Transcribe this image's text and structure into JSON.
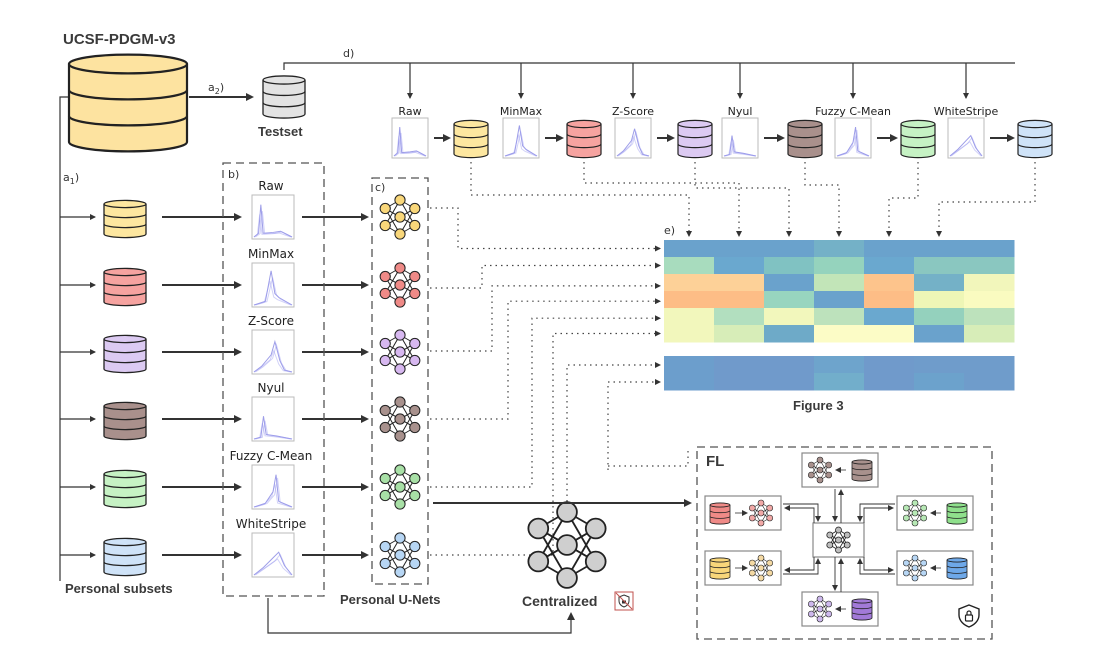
{
  "title": "UCSF-PDGM-v3",
  "testset_label": "Testset",
  "step_labels": {
    "a1": "a",
    "a1_sub": "1",
    "a2": "a",
    "a2_sub": "2",
    "b": "b)",
    "c": "c)",
    "d": "d)",
    "e": "e)"
  },
  "normalizations": [
    {
      "name": "Raw",
      "color": "#fde7a0",
      "shape": "raw"
    },
    {
      "name": "MinMax",
      "color": "#f6a3a0",
      "shape": "minmax"
    },
    {
      "name": "Z-Score",
      "color": "#dccaf2",
      "shape": "zscore"
    },
    {
      "name": "Nyul",
      "color": "#a9908c",
      "shape": "nyul"
    },
    {
      "name": "Fuzzy C-Mean",
      "color": "#c6f2c4",
      "shape": "fuzzy"
    },
    {
      "name": "WhiteStripe",
      "color": "#cfe3f8",
      "shape": "whitestripe"
    }
  ],
  "net_colors": [
    "#f9d77a",
    "#ef8a87",
    "#d7b8f0",
    "#a8918d",
    "#a8e0a6",
    "#b7d6f4"
  ],
  "personal_subsets_label": "Personal subsets",
  "personal_unets_label": "Personal U-Nets",
  "centralized_label": "Centralized",
  "figure_label": "Figure 3",
  "fl_label": "FL",
  "fl_clients": [
    {
      "position": "top",
      "db_color": "#a8918d",
      "net_color": "#a8918d"
    },
    {
      "position": "left-upper",
      "db_color": "#ef8a87",
      "net_color": "#f0a8a6"
    },
    {
      "position": "left-lower",
      "db_color": "#f9d77a",
      "net_color": "#f4d9a3"
    },
    {
      "position": "right-upper",
      "db_color": "#8fe08c",
      "net_color": "#b7e8b5"
    },
    {
      "position": "right-lower",
      "db_color": "#6ea8e8",
      "net_color": "#b7d6f4"
    },
    {
      "position": "bottom",
      "db_color": "#a27ad8",
      "net_color": "#cdb8ec"
    }
  ],
  "heatmap": {
    "top_rows": [
      [
        "#6aa2cc",
        "#6aa2cc",
        "#6aa2cc",
        "#74b1c7",
        "#6aa2cc",
        "#6aa2cc",
        "#6aa2cc"
      ],
      [
        "#a8dcbe",
        "#6aa8cf",
        "#80c2c2",
        "#95d3bd",
        "#6aa8cf",
        "#8ac7c0",
        "#8ac7c0"
      ],
      [
        "#fdd198",
        "#fdd198",
        "#6aa2cc",
        "#c2e5b8",
        "#fdc48c",
        "#74b1c7",
        "#f2f6bb"
      ],
      [
        "#fdbd86",
        "#fdbd86",
        "#98d5bf",
        "#6aa2cc",
        "#fdbd86",
        "#eef6b6",
        "#fafbc0"
      ],
      [
        "#f2f7bc",
        "#b2dfbf",
        "#f2f7bc",
        "#bde2bc",
        "#6aa8cf",
        "#94d1bd",
        "#bde2bc"
      ],
      [
        "#f2f7bc",
        "#d7edb8",
        "#6eaac8",
        "#fcfcc6",
        "#fcfcc6",
        "#6aa2cc",
        "#d7edb8"
      ]
    ],
    "bottom_rows": [
      [
        "#6c9ecc",
        "#709acb",
        "#709acb",
        "#6ea4cc",
        "#709acb",
        "#6f9ccb",
        "#6f9ccb"
      ],
      [
        "#6c9ecc",
        "#709acb",
        "#709acb",
        "#72aecb",
        "#709acb",
        "#6ca2cc",
        "#6f9ccb"
      ]
    ]
  }
}
